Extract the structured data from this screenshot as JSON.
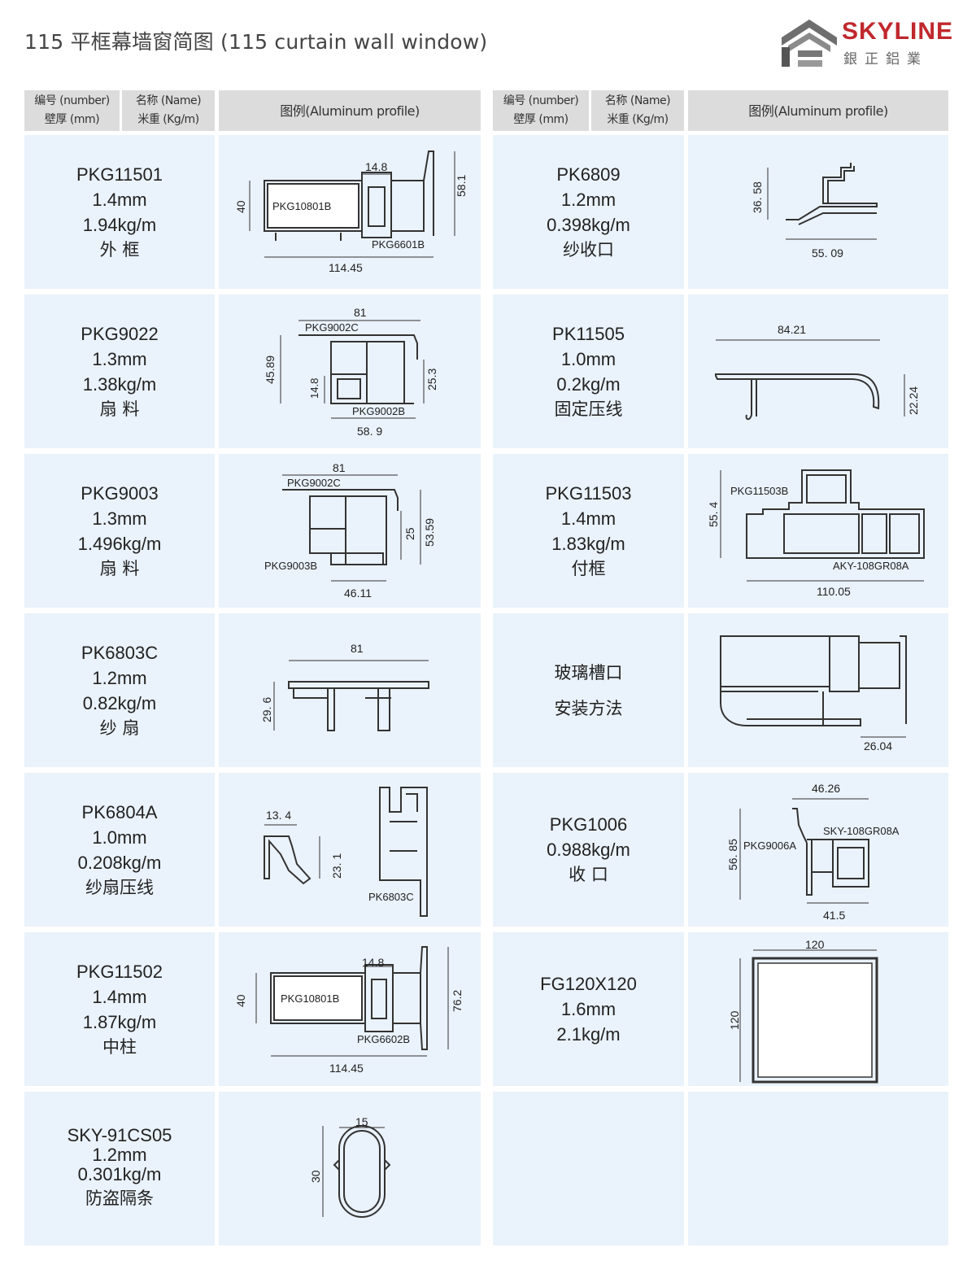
{
  "header": {
    "title": "115 平框幕墙窗简图 (115 curtain wall window)",
    "brand": "SKYLINE",
    "brand_cn": "銀正鋁業"
  },
  "columns": {
    "number": "编号 (number)",
    "name": "名称 (Name)",
    "thickness": "壁厚 (mm)",
    "weight": "米重 (Kg/m)",
    "figure": "图例(Aluminum profile)"
  },
  "left": [
    {
      "code": "PKG11501",
      "thickness": "1.4mm",
      "weight": "1.94kg/m",
      "name": "外 框",
      "dims": [
        "14.8",
        "58.1",
        "40",
        "114.45"
      ],
      "parts": [
        "PKG10801B",
        "PKG6601B"
      ]
    },
    {
      "code": "PKG9022",
      "thickness": "1.3mm",
      "weight": "1.38kg/m",
      "name": "扇 料",
      "dims": [
        "81",
        "45.89",
        "14.8",
        "25.3",
        "58. 9"
      ],
      "parts": [
        "PKG9002C",
        "PKG9002B"
      ]
    },
    {
      "code": "PKG9003",
      "thickness": "1.3mm",
      "weight": "1.496kg/m",
      "name": "扇 料",
      "dims": [
        "81",
        "25",
        "53.59",
        "46.11"
      ],
      "parts": [
        "PKG9002C",
        "PKG9003B"
      ]
    },
    {
      "code": "PK6803C",
      "thickness": "1.2mm",
      "weight": "0.82kg/m",
      "name": "纱 扇",
      "dims": [
        "81",
        "29. 6"
      ],
      "parts": []
    },
    {
      "code": "PK6804A",
      "thickness": "1.0mm",
      "weight": "0.208kg/m",
      "name": "纱扇压线",
      "dims": [
        "13. 4",
        "23. 1"
      ],
      "parts": [
        "PK6803C"
      ]
    },
    {
      "code": "PKG11502",
      "thickness": "1.4mm",
      "weight": "1.87kg/m",
      "name": "中柱",
      "dims": [
        "14.8",
        "76.2",
        "40",
        "114.45"
      ],
      "parts": [
        "PKG10801B",
        "PKG6602B"
      ]
    },
    {
      "code": "SKY-91CS05",
      "thickness": "1.2mm",
      "weight": "0.301kg/m",
      "name": "防盗隔条",
      "dims": [
        "15",
        "30"
      ],
      "parts": []
    }
  ],
  "right": [
    {
      "code": "PK6809",
      "thickness": "1.2mm",
      "weight": "0.398kg/m",
      "name": "纱收口",
      "dims": [
        "36. 58",
        "55. 09"
      ],
      "parts": []
    },
    {
      "code": "PK11505",
      "thickness": "1.0mm",
      "weight": "0.2kg/m",
      "name": "固定压线",
      "dims": [
        "84.21",
        "22.24"
      ],
      "parts": []
    },
    {
      "code": "PKG11503",
      "thickness": "1.4mm",
      "weight": "1.83kg/m",
      "name": "付框",
      "dims": [
        "55. 4",
        "110.05"
      ],
      "parts": [
        "PKG11503B",
        "AKY-108GR08A"
      ]
    },
    {
      "line1": "玻璃槽口",
      "line2": "安装方法",
      "dims": [
        "26.04"
      ],
      "parts": []
    },
    {
      "code": "PKG1006",
      "weight": "0.988kg/m",
      "name": "收 口",
      "dims": [
        "46.26",
        "56. 85",
        "41.5"
      ],
      "parts": [
        "SKY-108GR08A",
        "PKG9006A"
      ]
    },
    {
      "code": "FG120X120",
      "thickness": "1.6mm",
      "weight": "2.1kg/m",
      "dims": [
        "120",
        "120"
      ],
      "parts": []
    },
    {}
  ],
  "colors": {
    "row_bg": "#eaf2fb",
    "header_bg": "#dcdcdc",
    "brand_red": "#c0282d"
  }
}
